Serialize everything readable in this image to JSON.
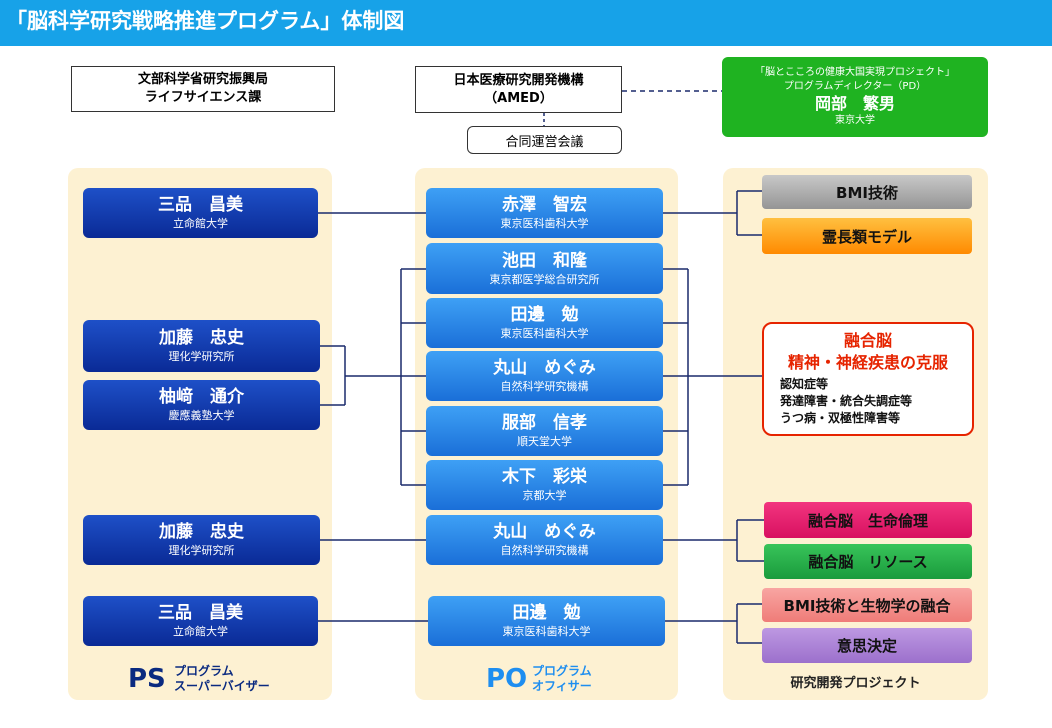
{
  "title": "「脳科学研究戦略推進プログラム」体制図",
  "top": {
    "mext_line1": "文部科学省研究振興局",
    "mext_line2": "ライフサイエンス課",
    "amed_line1": "日本医療研究開発機構",
    "amed_line2": "（AMED）",
    "council": "合同運営会議",
    "pd_title": "「脳とこころの健康大国実現プロジェクト」",
    "pd_subtitle": "プログラムディレクター（PD）",
    "pd_name": "岡部　繁男",
    "pd_affiliation": "東京大学"
  },
  "ps": {
    "items": [
      {
        "name": "三品　昌美",
        "affiliation": "立命館大学"
      },
      {
        "name": "加藤　忠史",
        "affiliation": "理化学研究所"
      },
      {
        "name": "柚﨑　通介",
        "affiliation": "慶應義塾大学"
      },
      {
        "name": "加藤　忠史",
        "affiliation": "理化学研究所"
      },
      {
        "name": "三品　昌美",
        "affiliation": "立命館大学"
      }
    ],
    "footer_abbr": "PS",
    "footer_line1": "プログラム",
    "footer_line2": "スーパーバイザー"
  },
  "po": {
    "items": [
      {
        "name": "赤澤　智宏",
        "affiliation": "東京医科歯科大学"
      },
      {
        "name": "池田　和隆",
        "affiliation": "東京都医学総合研究所"
      },
      {
        "name": "田邊　勉",
        "affiliation": "東京医科歯科大学"
      },
      {
        "name": "丸山　めぐみ",
        "affiliation": "自然科学研究機構"
      },
      {
        "name": "服部　信孝",
        "affiliation": "順天堂大学"
      },
      {
        "name": "木下　彩栄",
        "affiliation": "京都大学"
      },
      {
        "name": "丸山　めぐみ",
        "affiliation": "自然科学研究機構"
      },
      {
        "name": "田邊　勉",
        "affiliation": "東京医科歯科大学"
      }
    ],
    "footer_abbr": "PO",
    "footer_line1": "プログラム",
    "footer_line2": "オフィサー"
  },
  "projects": {
    "bmi": "BMI技術",
    "primate": "霊長類モデル",
    "fusion_title": "融合脳",
    "fusion_subtitle": "精神・神経疾患の克服",
    "fusion_items": [
      "認知症等",
      "発達障害・統合失調症等",
      "うつ病・双極性障害等"
    ],
    "ethics": "融合脳　生命倫理",
    "resource": "融合脳　リソース",
    "bmi_bio": "BMI技術と生物学の融合",
    "decision": "意思決定",
    "footer": "研究開発プロジェクト"
  },
  "colors": {
    "header": "#17a2e8",
    "panel": "#fdf1d2",
    "ps_box": "#0a2a96",
    "po_box": "#1a6fd8",
    "pd_box": "#1fb321",
    "fusion_border": "#e62400",
    "bmi": "#a3a3a3",
    "primate": "#ff9f0f",
    "ethics": "#ea1f72",
    "resource": "#23b04a",
    "bmi_bio": "#f58a86",
    "decision": "#a980d6"
  }
}
